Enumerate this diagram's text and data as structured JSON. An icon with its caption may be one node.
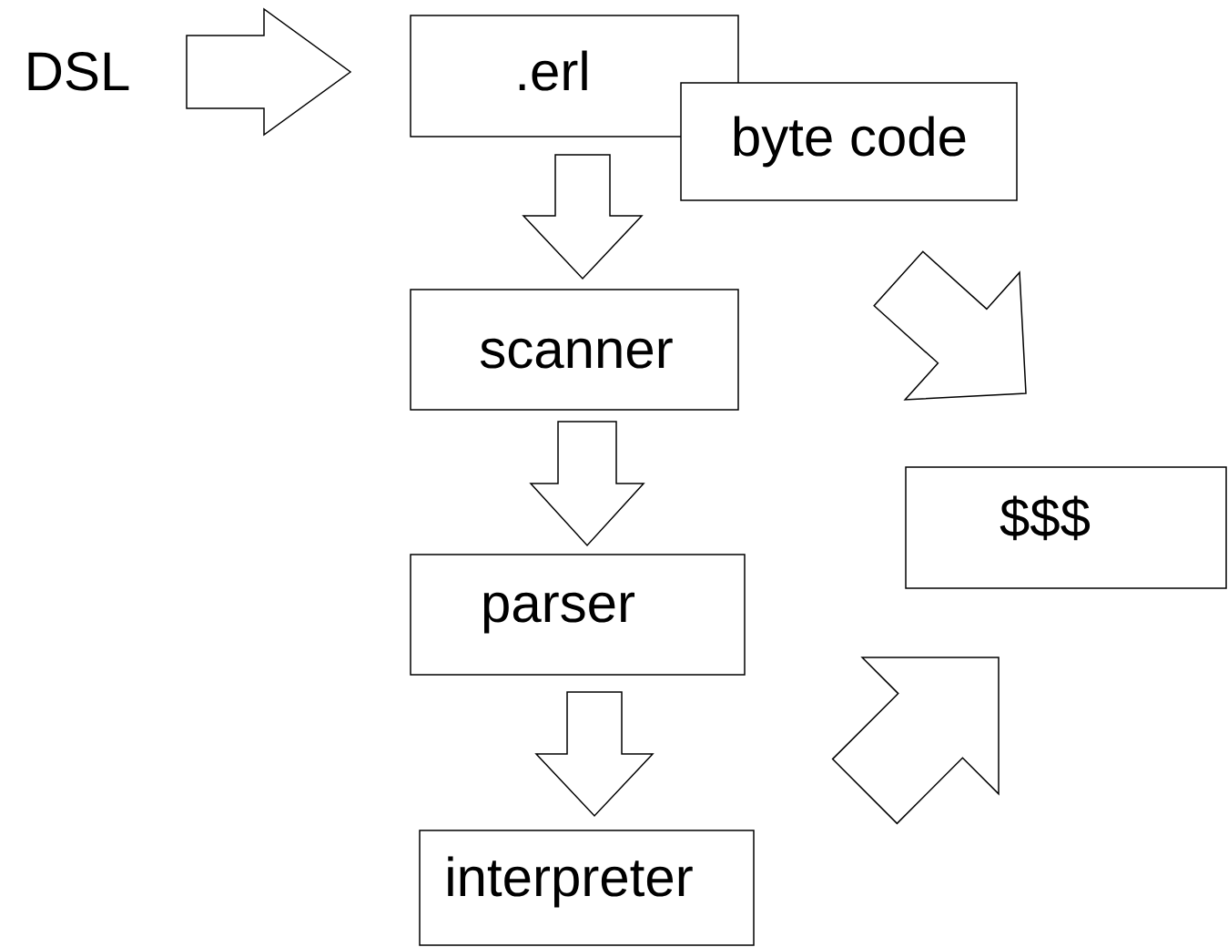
{
  "diagram": {
    "nodes": [
      {
        "text": [
          "DSL"
        ]
      },
      {
        "text": [
          ".erl"
        ]
      },
      {
        "text": [
          "byte code"
        ]
      },
      {
        "text": [
          "scanner"
        ]
      },
      {
        "text": [
          "parser"
        ]
      },
      {
        "text": [
          "interpreter"
        ]
      },
      {
        "text": [
          "$$$"
        ]
      }
    ],
    "edges": [
      {
        "from": 0,
        "to": 1,
        "arrow": "to"
      },
      {
        "from": 1,
        "to": 3,
        "arrow": "to"
      },
      {
        "from": 3,
        "to": 4,
        "arrow": "to"
      },
      {
        "from": 4,
        "to": 5,
        "arrow": "to"
      },
      {
        "from": 2,
        "to": 6,
        "arrow": "to"
      },
      {
        "from": 5,
        "to": 6,
        "arrow": "to"
      }
    ]
  }
}
